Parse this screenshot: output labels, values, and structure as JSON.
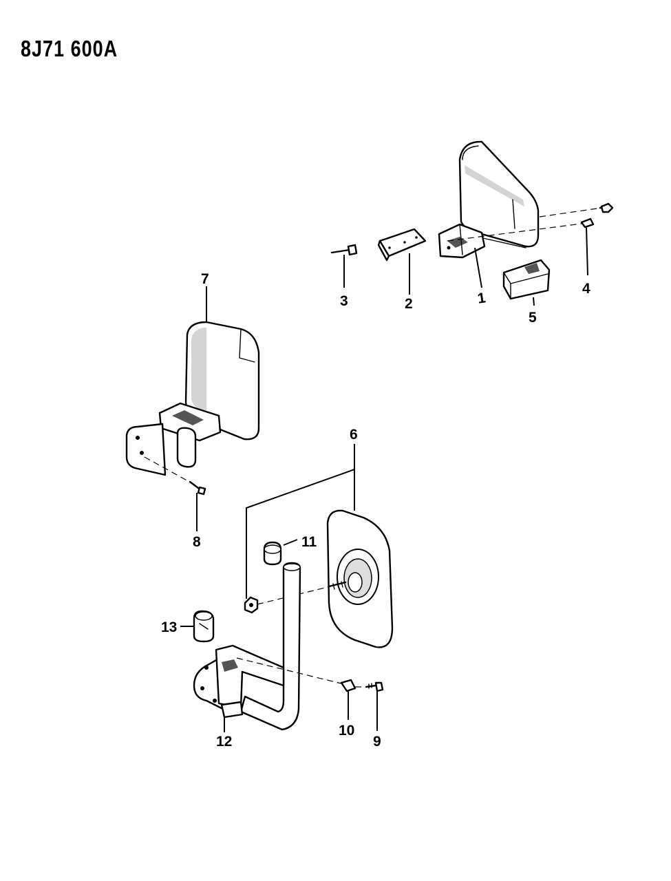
{
  "document_code": "8J71 600A",
  "callouts": [
    "1",
    "2",
    "3",
    "4",
    "5",
    "6",
    "7",
    "8",
    "9",
    "10",
    "11",
    "12",
    "13"
  ]
}
